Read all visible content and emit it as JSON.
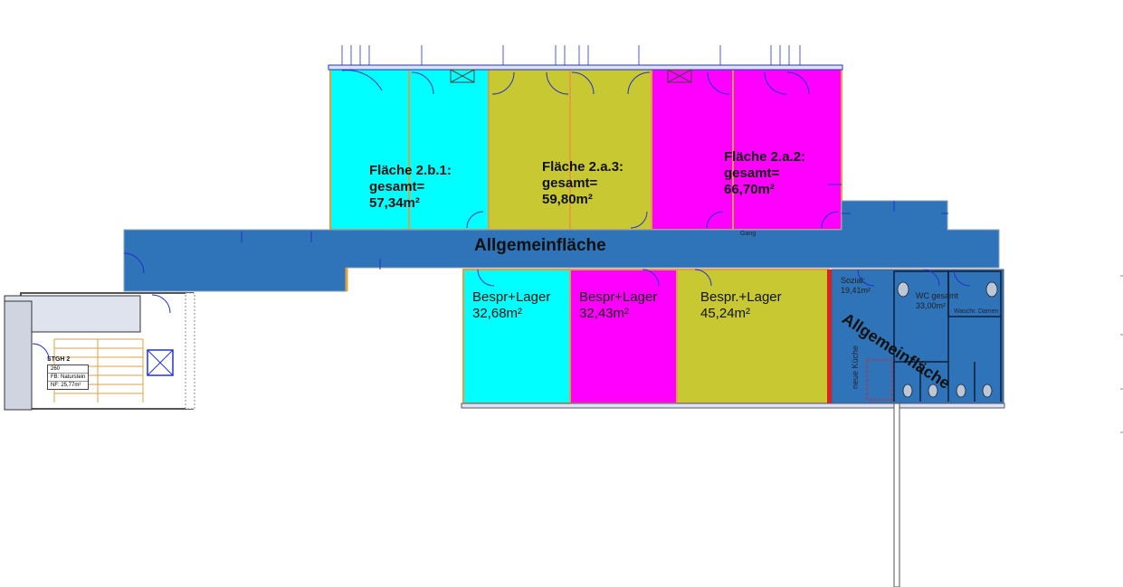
{
  "zones": {
    "flaeche_2b1": {
      "title": "Fläche 2.b.1:",
      "gesamt": "gesamt=",
      "area": "57,34m²",
      "color": "#00ffff"
    },
    "flaeche_2a3": {
      "title": "Fläche 2.a.3:",
      "gesamt": "gesamt=",
      "area": "59,80m²",
      "color": "#c8c832"
    },
    "flaeche_2a2": {
      "title": "Fläche 2.a.2:",
      "gesamt": "gesamt=",
      "area": "66,70m²",
      "color": "#ff00ff"
    },
    "allgemein_corridor": {
      "label": "Allgemeinfläche",
      "color": "#2f74b8"
    },
    "allgemein_rotated": {
      "label": "Allgemeinfläche"
    },
    "gang": {
      "label": "Gang"
    }
  },
  "rooms": [
    {
      "name": "Bespr+Lager",
      "area": "32,68m²",
      "color": "#00ffff"
    },
    {
      "name": "Bespr+Lager",
      "area": "32,43m²",
      "color": "#ff00ff"
    },
    {
      "name": "Bespr.+Lager",
      "area": "45,24m²",
      "color": "#c8c832"
    }
  ],
  "small_rooms": {
    "sozial_name": "Sozial:",
    "sozial_area": "19,41m²",
    "wc_name": "WC gesamt",
    "wc_area": "33,00m²",
    "waschr": "Waschr. Damen",
    "neue_kueche": "neue Küche"
  },
  "stairwell": {
    "name": "STGH 2",
    "code": "260",
    "fb": "FB: Naturstein",
    "nf_label": "NF:",
    "nf_value": "25,77m²"
  },
  "colors": {
    "cyan": "#00ffff",
    "olive": "#c8c832",
    "magenta": "#ff00ff",
    "blue": "#2f74b8",
    "red": "#e02020",
    "wall": "#e0a040",
    "dim_blue": "#2233cc"
  }
}
